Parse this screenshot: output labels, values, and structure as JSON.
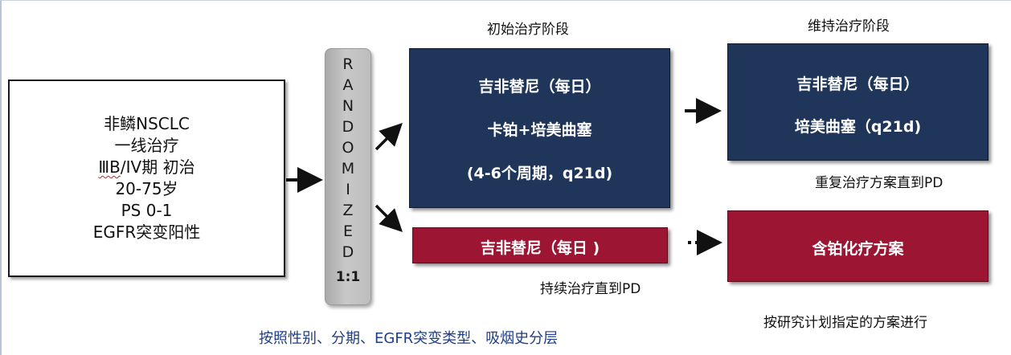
{
  "criteria": {
    "lines": [
      "非鳞NSCLC",
      "一线治疗",
      "ⅢB/IV期 初治",
      "20-75岁",
      "PS 0-1",
      "EGFR突变阳性"
    ],
    "stage_marked": "ⅢB",
    "stage_rest": "/IV期 初治"
  },
  "randomization": {
    "letters": [
      "R",
      "A",
      "N",
      "D",
      "O",
      "M",
      "I",
      "Z",
      "E",
      "D"
    ],
    "ratio": "1:1"
  },
  "phases": {
    "initial_label": "初始治疗阶段",
    "maintenance_label": "维持治疗阶段"
  },
  "arm_a": {
    "initial": [
      "吉非替尼（每日）",
      "卡铂+培美曲塞",
      "(4-6个周期，q21d)"
    ],
    "maintenance": [
      "吉非替尼（每日）",
      "培美曲塞（q21d)"
    ],
    "maintenance_note": "重复治疗方案直到PD"
  },
  "arm_b": {
    "initial": "吉非替尼（每日 )",
    "initial_note": "持续治疗直到PD",
    "subsequent": "含铂化疗方案",
    "subsequent_note": "按研究计划指定的方案进行"
  },
  "stratification": "按照性别、分期、EGFR突变类型、吸烟史分层",
  "colors": {
    "navy": "#1f3559",
    "crimson": "#9c1532",
    "strata_text": "#1f3d8a"
  }
}
